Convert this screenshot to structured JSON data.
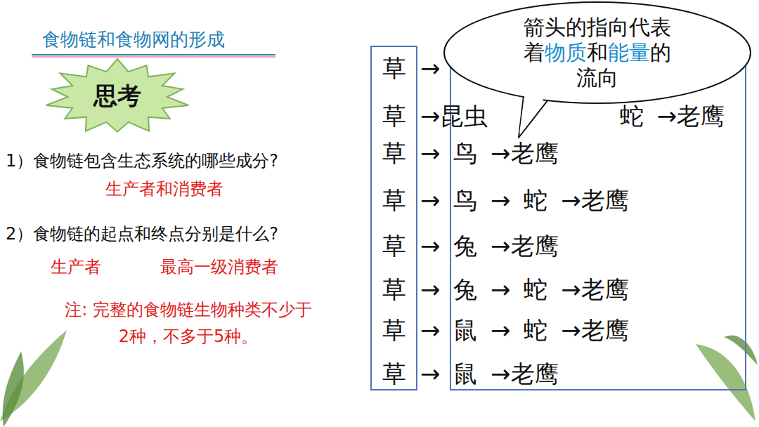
{
  "diagram": {
    "title": "食物链和食物网的形成",
    "nodes": [
      {
        "text": [
          "思考"
        ]
      },
      {
        "text": [
          "草",
          "草",
          "草",
          "草",
          "草",
          "草",
          "草",
          "草"
        ]
      },
      {
        "text": [
          "→",
          "→昆虫",
          "蛇 →老鹰",
          "→ 鸟 →老鹰",
          "→ 鸟 → 蛇 →老鹰",
          "→ 兔 →老鹰",
          "→ 兔 → 蛇 →老鹰",
          "→ 鼠 → 蛇 →老鹰",
          "→ 鼠 →老鹰"
        ]
      },
      {
        "text": [
          "箭头的指向代表着",
          "物质",
          "和",
          "能量",
          "的流向"
        ]
      }
    ],
    "labels": [
      "1）食物链包含生态系统的哪些成分?",
      "生产者和消费者",
      "2）食物链的起点和终点分别是什么?",
      "生产者",
      "最高一级消费者",
      "注: 完整的食物链生物种类不少于2种，不多于5种。"
    ]
  }
}
